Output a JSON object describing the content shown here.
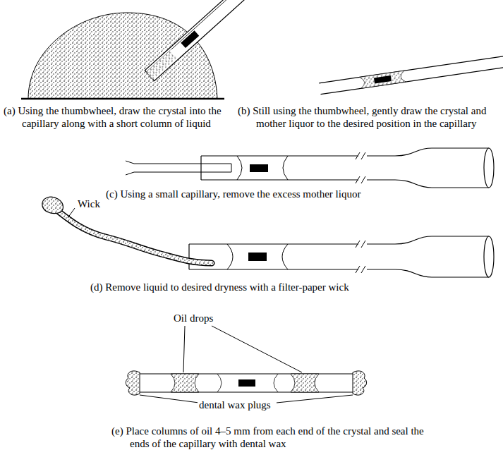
{
  "diagram": {
    "labels": [
      "(a) Using the thumbwheel, draw the crystal into the capillary along with a short column of liquid",
      "(b) Still using the thumbwheel, gently draw the crystal and mother liquor to the desired position in the capillary",
      "(c) Using a small capillary, remove the excess mother liquor",
      "Wick",
      "(d) Remove liquid to desired dryness with a filter-paper wick",
      "Oil drops",
      "dental wax plugs",
      "(e) Place columns of oil 4–5 mm from each end of the crystal and seal the ends of the capillary with dental wax"
    ]
  }
}
